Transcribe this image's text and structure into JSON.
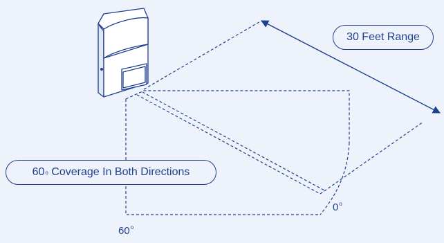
{
  "range_label": "30 Feet Range",
  "coverage_label": {
    "value": "60",
    "degree": "o",
    "text": "Coverage In Both Directions"
  },
  "angle_zero": {
    "value": "0",
    "degree": "o"
  },
  "angle_sixty": {
    "value": "60",
    "degree": "o"
  },
  "colors": {
    "line": "#1f3f8f",
    "background": "#eef3fb",
    "sensor_body": "#ffffff"
  },
  "icons": {
    "device": "motion-sensor-icon"
  }
}
